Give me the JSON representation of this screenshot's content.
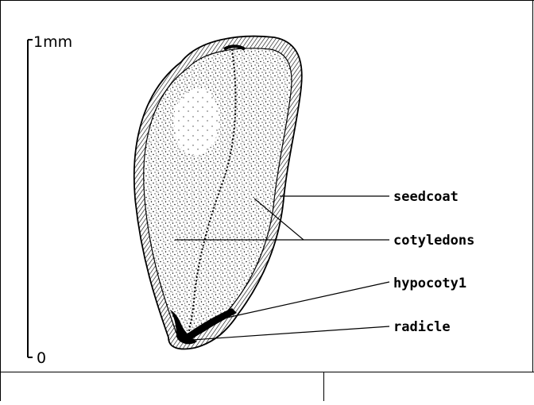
{
  "scale_bar": {
    "top_label": "1mm",
    "bottom_label": "0"
  },
  "labels": {
    "seedcoat": "seedcoat",
    "cotyledons": "cotyledons",
    "hypocotyl": "hypocoty1",
    "radicle": "radicle"
  }
}
